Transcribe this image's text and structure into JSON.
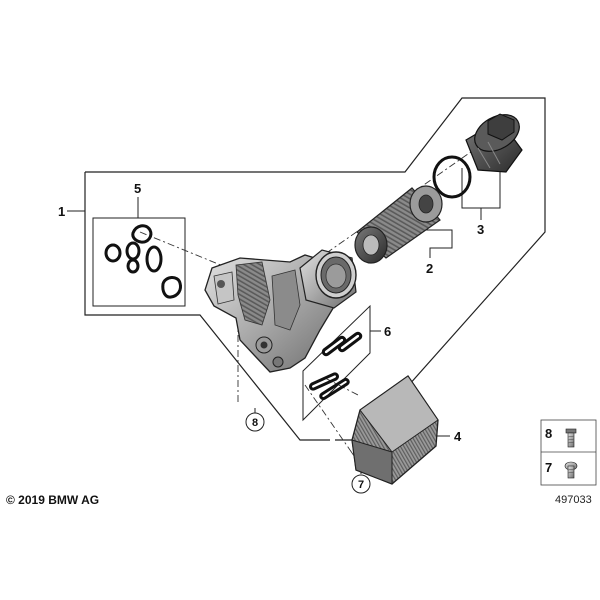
{
  "diagram": {
    "callouts": {
      "c1": "1",
      "c2": "2",
      "c3": "3",
      "c4": "4",
      "c5": "5",
      "c6": "6",
      "c7": "7",
      "c8": "8"
    },
    "inset": {
      "top_label": "8",
      "bottom_label": "7"
    },
    "diagram_number": "497033",
    "copyright": "© 2019 BMW AG"
  }
}
